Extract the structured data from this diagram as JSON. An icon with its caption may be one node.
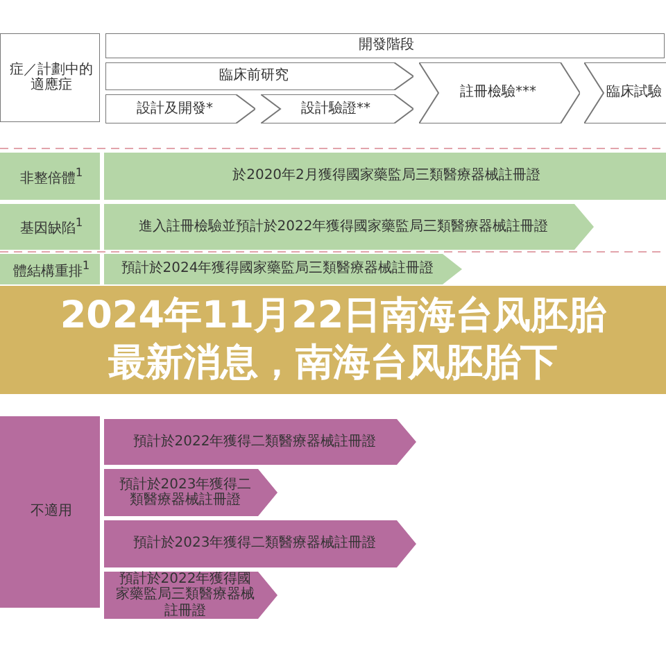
{
  "diagram": {
    "title": "2024年11月22日南海台风胚胎最新消息，南海台风胚胎下",
    "nodes": [
      {
        "text": [
          "症／計劃中的適應症"
        ]
      },
      {
        "text": [
          "開發階段"
        ]
      },
      {
        "text": [
          "臨床前研究"
        ]
      },
      {
        "text": [
          "設計及開發*"
        ]
      },
      {
        "text": [
          "設計驗證**"
        ]
      },
      {
        "text": [
          "註冊檢驗***"
        ]
      },
      {
        "text": [
          "臨床試驗"
        ]
      },
      {
        "text": [
          "非整倍體$^{1}$"
        ]
      },
      {
        "text": [
          "於2020年2月獲得國家藥監局三類醫療器械註冊證"
        ]
      },
      {
        "text": [
          "基因缺陷$^{1}$"
        ]
      },
      {
        "text": [
          "進入註冊檢驗並預計於2022年獲得國家藥監局三類醫療器械註冊證"
        ]
      },
      {
        "text": [
          "體結構重排$^{1}$"
        ]
      },
      {
        "text": [
          "預計於2024年獲得國家藥監局三類醫療器械註冊證"
        ]
      },
      {
        "text": [
          "不適用"
        ]
      },
      {
        "text": [
          "預計於2022年獲得二類醫療器械註冊證"
        ]
      },
      {
        "text": [
          "預計於2023年獲得二類醫療器械註冊證"
        ]
      },
      {
        "text": [
          "預計於2023年獲得二類醫療器械註冊證"
        ]
      },
      {
        "text": [
          "預計於2022年獲得國家藥監局三類醫療器械註冊證"
        ]
      }
    ]
  }
}
